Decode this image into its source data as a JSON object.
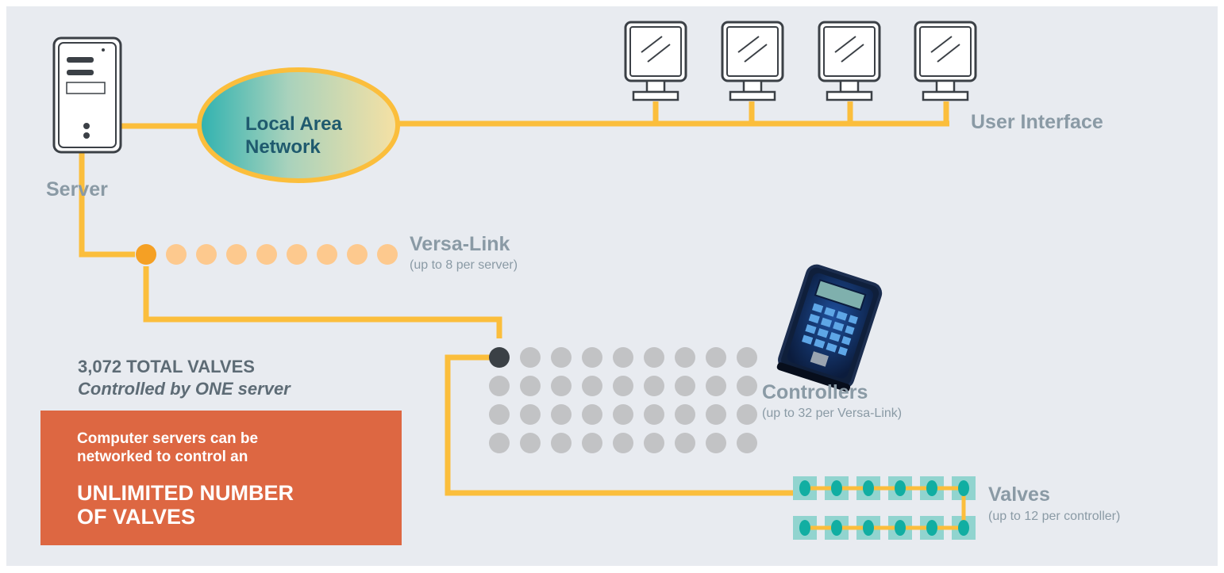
{
  "labels": {
    "server": "Server",
    "lan_line1": "Local Area",
    "lan_line2": "Network",
    "user_interface": "User Interface",
    "versalink": "Versa-Link",
    "versalink_sub": "(up to 8 per server)",
    "controllers": "Controllers",
    "controllers_sub": "(up to 32 per Versa-Link)",
    "valves": "Valves",
    "valves_sub": "(up to 12 per controller)"
  },
  "summary": {
    "title": "3,072 TOTAL VALVES",
    "subtitle": "Controlled by ONE server"
  },
  "callout": {
    "line1": "Computer servers can be",
    "line2": "networked to control an",
    "emph_line1": "UNLIMITED NUMBER",
    "emph_line2": "OF VALVES"
  },
  "counts": {
    "monitors": 4,
    "versalink_dots": 9,
    "controller_rows": 4,
    "controller_cols": 9,
    "valve_rows": 2,
    "valve_cols": 6
  },
  "colors": {
    "background": "#e8ebf0",
    "wire": "#fbbe3c",
    "label": "#8a9aa5",
    "versalink_active": "#f5a024",
    "versalink_dot": "#fdc98e",
    "controller_active": "#3b4146",
    "controller_dot": "#c2c3c5",
    "valve_box": "#91d4cf",
    "valve_dot": "#11aea2",
    "callout_bg": "#dd6742",
    "summary_text": "#5d6b75"
  },
  "icons": {
    "server": "server-tower-icon",
    "monitor": "monitor-icon",
    "controller_device": "handheld-controller-icon"
  }
}
